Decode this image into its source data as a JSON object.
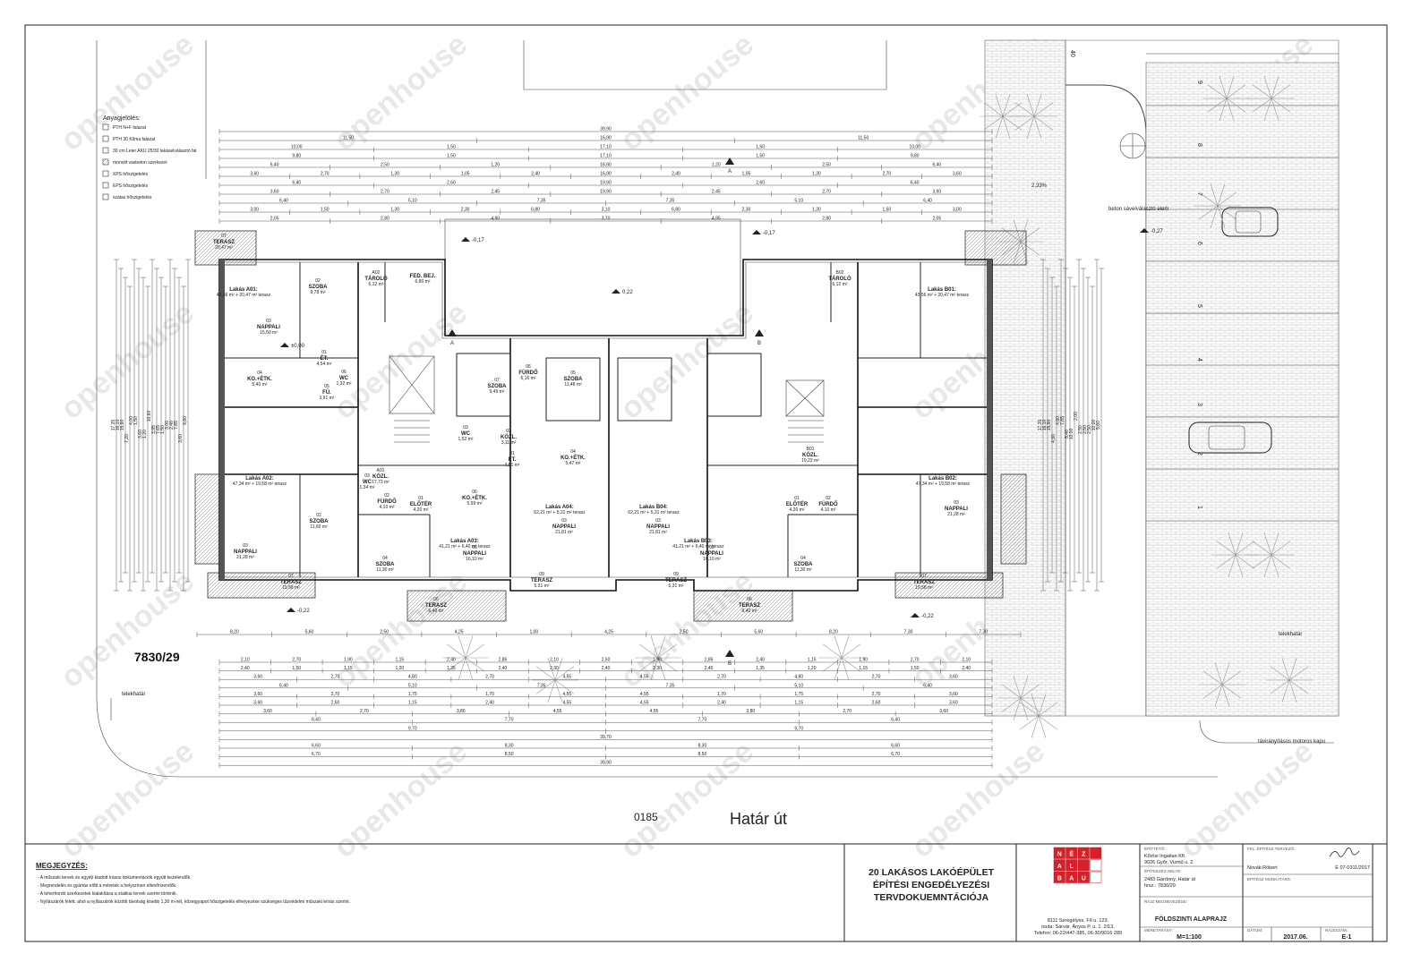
{
  "legend": {
    "title": "Anyagjelölés:",
    "items": [
      "PTH N+F falazat",
      "PTH 30 Klíma falazat",
      "30 cm Leier AKU 25/30 lakáselválasztó fal",
      "monolit vasbeton szerkezet",
      "XPS hőszigetelés",
      "EPS hőszigetelés",
      "szálas hőszigetelés"
    ]
  },
  "parcel_number": "7830/29",
  "road_code": "0185",
  "road_name": "Határ út",
  "parking_numbers": [
    "9",
    "8",
    "7",
    "6",
    "5",
    "4",
    "3",
    "2",
    "1"
  ],
  "site_labels": {
    "telekhatar_left": "telekhatár",
    "telekhatar_right": "telekhatár",
    "beton_elem": "beton sávelválasztó elem",
    "gate": "távirányításos motoros kapu",
    "width_top": "40",
    "slope": "2,33%"
  },
  "levels": [
    "-0,17",
    "-0,17",
    "-0,27",
    "-0,22",
    "-0,22",
    "0,22",
    "±0,00"
  ],
  "dims": {
    "top_rows": [
      [
        "39,90"
      ],
      [
        "11,50",
        "16,90",
        "11,50"
      ],
      [
        "10,00",
        "1,50",
        "17,10",
        "1,50",
        "10,00"
      ],
      [
        "9,80",
        "1,50",
        "17,10",
        "1,50",
        "9,80"
      ],
      [
        "6,40",
        "2,50",
        "1,20",
        "16,90",
        "1,20",
        "2,50",
        "6,40"
      ],
      [
        "3,60",
        "2,70",
        "1,30",
        "1,05",
        "2,40",
        "16,90",
        "2,40",
        "1,05",
        "1,30",
        "2,70",
        "3,60"
      ],
      [
        "6,40",
        "2,60",
        "19,90",
        "2,60",
        "6,40"
      ],
      [
        "3,60",
        "2,70",
        "2,45",
        "19,90",
        "2,45",
        "2,70",
        "3,60"
      ],
      [
        "6,40",
        "5,10",
        "7,35",
        "7,35",
        "5,10",
        "6,40"
      ],
      [
        "3,00",
        "1,50",
        "1,30",
        "2,30",
        "6,80",
        "3,10",
        "6,80",
        "2,30",
        "1,30",
        "1,50",
        "3,00"
      ],
      [
        "2,05",
        "2,80",
        "4,90",
        "3,70",
        "4,95",
        "2,80",
        "2,05"
      ]
    ],
    "mid_row": [
      "8,20",
      "5,60",
      "2,50",
      "4,25",
      "1,00",
      "4,25",
      "2,50",
      "5,60",
      "8,20",
      "7,30",
      "7,30"
    ],
    "bottom_rows": [
      [
        "2,10",
        "2,70",
        "1,90",
        "1,15",
        "2,40",
        "2,85",
        "2,10",
        "2,50",
        "1,90",
        "2,85",
        "2,40",
        "1,15",
        "1,90",
        "2,70",
        "2,10"
      ],
      [
        "2,40",
        "1,50",
        "1,15",
        "1,20",
        "1,35",
        "2,40",
        "2,30",
        "2,40",
        "2,30",
        "2,40",
        "1,35",
        "1,20",
        "1,15",
        "1,50",
        "2,40"
      ],
      [
        "3,60",
        "2,70",
        "4,80",
        "2,70",
        "4,55",
        "4,55",
        "2,70",
        "4,80",
        "2,70",
        "3,60"
      ],
      [
        "6,40",
        "5,10",
        "7,35",
        "7,35",
        "5,10",
        "6,40"
      ],
      [
        "3,60",
        "2,70",
        "1,75",
        "1,70",
        "4,55",
        "4,55",
        "1,70",
        "1,75",
        "2,70",
        "3,60"
      ],
      [
        "3,60",
        "2,60",
        "1,15",
        "2,40",
        "4,55",
        "4,55",
        "2,40",
        "1,15",
        "2,60",
        "3,60"
      ],
      [
        "3,60",
        "2,70",
        "3,80",
        "4,55",
        "4,55",
        "3,80",
        "2,70",
        "3,60"
      ],
      [
        "6,40",
        "7,70",
        "7,70",
        "6,40"
      ],
      [
        "9,70",
        "9,70"
      ],
      [
        "39,70"
      ],
      [
        "6,60",
        "8,30",
        "8,30",
        "6,60"
      ],
      [
        "6,70",
        "8,50",
        "8,50",
        "6,70"
      ],
      [
        "39,90"
      ]
    ],
    "left_vertical": [
      "17,35",
      "16,10",
      "15,90",
      "7,20",
      "4,00",
      "1,50",
      "3,60",
      "1,20",
      "10,60",
      "3,95",
      "7,65",
      "1,50",
      "3,00",
      "2,40",
      "7,85",
      "3,60",
      "9,80"
    ],
    "right_vertical": [
      "17,35",
      "16,10",
      "15,90",
      "4,90",
      "4,90",
      "7,85",
      "8,40",
      "10,00",
      "2,00",
      "2,50",
      "2,50",
      "2,50",
      "10,00",
      "5,60"
    ]
  },
  "rooms": [
    {
      "id": "07",
      "name": "TERASZ",
      "area": "20,47 m²"
    },
    {
      "id": "",
      "name": "Lakás A01:",
      "area": "43,56 m² + 20,47 m² terasz"
    },
    {
      "id": "02",
      "name": "SZOBA",
      "area": "9,78 m²"
    },
    {
      "id": "A02",
      "name": "TÁROLÓ",
      "area": "6,12 m²"
    },
    {
      "id": "",
      "name": "FED. BEJ.",
      "area": "6,80 m²"
    },
    {
      "id": "03",
      "name": "NAPPALI",
      "area": "15,50 m²"
    },
    {
      "id": "01",
      "name": "ÉT.",
      "area": "4,54 m²"
    },
    {
      "id": "04",
      "name": "KO.+ÉTK.",
      "area": "5,40 m²"
    },
    {
      "id": "05",
      "name": "FÜ.",
      "area": "3,91 m²"
    },
    {
      "id": "06",
      "name": "WC",
      "area": "1,32 m²"
    },
    {
      "id": "A01",
      "name": "KÖZL.",
      "area": "17,73 m²"
    },
    {
      "id": "",
      "name": "Lakás A02:",
      "area": "47,34 m² + 19,58 m² terasz"
    },
    {
      "id": "02",
      "name": "SZOBA",
      "area": "11,60 m²"
    },
    {
      "id": "03",
      "name": "NAPPALI",
      "area": "21,28 m²"
    },
    {
      "id": "07",
      "name": "TERASZ",
      "area": "19,58 m²"
    },
    {
      "id": "04",
      "name": "SZOBA",
      "area": "11,30 m²"
    },
    {
      "id": "01",
      "name": "ELŐTÉR",
      "area": "4,20 m²"
    },
    {
      "id": "02",
      "name": "FÜRDŐ",
      "area": "4,10 m²"
    },
    {
      "id": "03",
      "name": "WC",
      "area": "1,34 m²"
    },
    {
      "id": "06",
      "name": "KO.+ÉTK.",
      "area": "5,99 m²"
    },
    {
      "id": "",
      "name": "Lakás A03:",
      "area": "41,21 m² + 6,40 m² terasz"
    },
    {
      "id": "05",
      "name": "NAPPALI",
      "area": "16,10 m²"
    },
    {
      "id": "06",
      "name": "TERASZ",
      "area": "6,40 m²"
    },
    {
      "id": "06",
      "name": "FÜRDŐ",
      "area": "6,16 m²"
    },
    {
      "id": "07",
      "name": "SZOBA",
      "area": "9,49 m²"
    },
    {
      "id": "05",
      "name": "SZOBA",
      "area": "11,48 m²"
    },
    {
      "id": "03",
      "name": "WC",
      "area": "1,52 m²"
    },
    {
      "id": "02",
      "name": "KÖZL.",
      "area": "3,11 m²"
    },
    {
      "id": "01",
      "name": "ÉT.",
      "area": "4,51 m²"
    },
    {
      "id": "04",
      "name": "KO.+ÉTK.",
      "area": "5,47 m²"
    },
    {
      "id": "",
      "name": "Lakás A04:",
      "area": "62,21 m² + 5,31 m² terasz"
    },
    {
      "id": "03",
      "name": "NAPPALI",
      "area": "21,81 m²"
    },
    {
      "id": "09",
      "name": "TERASZ",
      "area": "5,31 m²"
    },
    {
      "id": "",
      "name": "Lakás B04:",
      "area": "62,21 m² + 5,31 m² terasz"
    },
    {
      "id": "03",
      "name": "NAPPALI",
      "area": "21,81 m²"
    },
    {
      "id": "09",
      "name": "TERASZ",
      "area": "5,31 m²"
    },
    {
      "id": "",
      "name": "Lakás B03:",
      "area": "41,21 m² + 6,40 m² terasz"
    },
    {
      "id": "05",
      "name": "NAPPALI",
      "area": "16,10 m²"
    },
    {
      "id": "06",
      "name": "TERASZ",
      "area": "6,40 m²"
    },
    {
      "id": "04",
      "name": "SZOBA",
      "area": "11,30 m²"
    },
    {
      "id": "01",
      "name": "ELŐTÉR",
      "area": "4,20 m²"
    },
    {
      "id": "02",
      "name": "FÜRDŐ",
      "area": "4,10 m²"
    },
    {
      "id": "B01",
      "name": "KÖZL.",
      "area": "19,22 m²"
    },
    {
      "id": "",
      "name": "Lakás B01:",
      "area": "43,56 m² + 20,47 m² terasz"
    },
    {
      "id": "B02",
      "name": "TÁROLÓ",
      "area": "6,12 m²"
    },
    {
      "id": "",
      "name": "Lakás B02:",
      "area": "47,34 m² + 19,58 m² terasz"
    },
    {
      "id": "03",
      "name": "NAPPALI",
      "area": "21,28 m²"
    },
    {
      "id": "07",
      "name": "TERASZ",
      "area": "19,58 m²"
    }
  ],
  "notes": {
    "title": "MEGJEGYZÉS:",
    "items": [
      "- A műszaki tervek és egyéb kiadott írásos dokumentációk együtt kezelendők.",
      "- Megrendelés és gyártás előtt a méretek a helyszínen ellenőrizendők.",
      "- A teherhordó szerkezetek kialakítása a statikai tervek szerint történik.",
      "- Nyílászárók felett, ahol a nyílászárók közötti távolság kisebb 1,30 m-nél, kőzetgyapot hőszigetelés elhelyezése szükséges tűzvédelmi műszaki leírás szerint."
    ]
  },
  "project_title": [
    "20 LAKÁSOS LAKÓÉPÜLET",
    "ÉPÍTÉSI ENGEDÉLYEZÉSI",
    "TERVDOKUEMNTÁCIÓJA"
  ],
  "logo": {
    "letters": [
      "N",
      "É",
      "Z",
      "",
      "A",
      "L",
      "",
      "",
      "B",
      "A",
      "U",
      ""
    ],
    "address_1": "8111 Seregélyes, Fő u. 123.",
    "address_2": "iroda: Sárvár, Ányos P. u. 1. 2/13.",
    "phone": "Telefon: 06-22/447-385, 06-30/9016 289"
  },
  "colors": {
    "logo_red": "#d8202a",
    "logo_white": "#ffffff",
    "watermark": "#d6d6d6"
  },
  "titleblock": {
    "client_head": "ÉPÍTTETŐ:",
    "client_1": "Kőrösi Ingatlan Kft.",
    "client_2": "9026 Győr, Vizmű u. 2.",
    "site_head": "ÉPÍTKEZÉS HELYE:",
    "site_1": "2483 Gárdony, Határ út",
    "site_2": "hrsz.: 7830/29",
    "drawing_head": "RAJZ MEGNEVEZÉSE:",
    "drawing": "FÖLDSZINTI ALAPRAJZ",
    "designer_head": "FEL. ÉPÍTÉSZ TERVEZŐ:",
    "designer": "Novák Róbert",
    "license": "É 07-0311/2017",
    "work_head": "ÉPÍTÉSZ MUNKATÁRS:",
    "scale_head": "MÉRETARÁNY:",
    "scale": "M=1:100",
    "date_head": "DÁTUM:",
    "date": "2017.06.",
    "sheet_head": "RAJZSZÁM:",
    "sheet": "E-1"
  },
  "watermark": "openhouse",
  "section_marks": [
    "A",
    "A",
    "B",
    "B"
  ]
}
